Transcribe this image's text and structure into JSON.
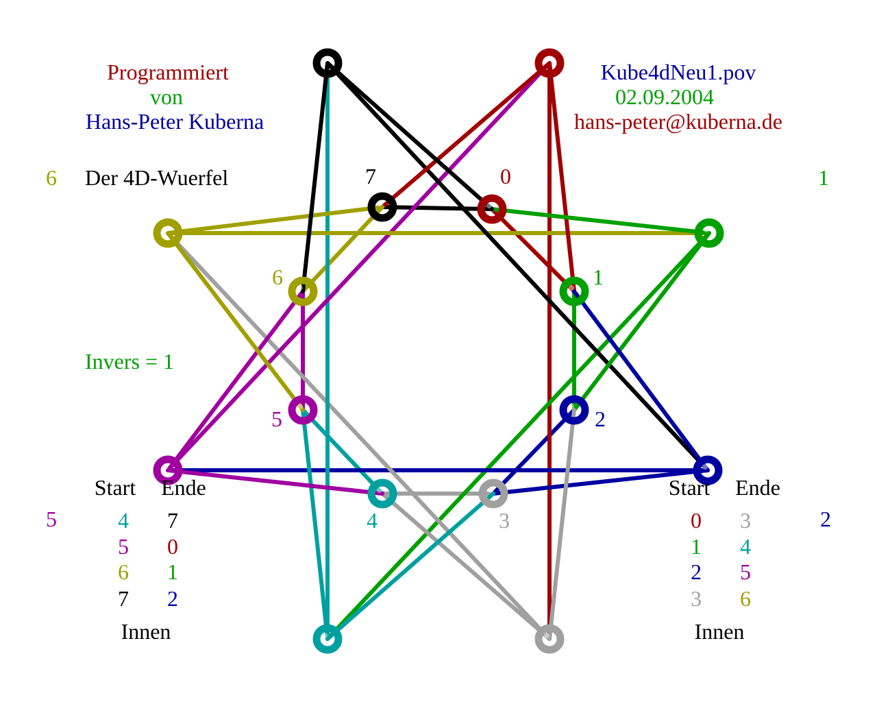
{
  "header_left": {
    "line1": "Programmiert",
    "line2": "von",
    "line3": "Hans-Peter Kuberna"
  },
  "header_right": {
    "line1": "Kube4dNeu1.pov",
    "line2": "02.09.2004",
    "line3": "hans-peter@kuberna.de"
  },
  "subtitle_number": "6",
  "subtitle": "Der 4D-Wuerfel",
  "corner_right_number": "1",
  "invers_label": "Invers = 1",
  "inner_labels": {
    "n0": "0",
    "n1": "1",
    "n2": "2",
    "n3": "3",
    "n4": "4",
    "n5": "5",
    "n6": "6",
    "n7": "7"
  },
  "left_table": {
    "side_number": "5",
    "start_header": "Start",
    "end_header": "Ende",
    "rows": [
      {
        "start": "4",
        "end": "7"
      },
      {
        "start": "5",
        "end": "0"
      },
      {
        "start": "6",
        "end": "1"
      },
      {
        "start": "7",
        "end": "2"
      }
    ],
    "footer": "Innen"
  },
  "right_table": {
    "side_number": "2",
    "start_header": "Start",
    "end_header": "Ende",
    "rows": [
      {
        "start": "0",
        "end": "3"
      },
      {
        "start": "1",
        "end": "4"
      },
      {
        "start": "2",
        "end": "5"
      },
      {
        "start": "3",
        "end": "6"
      }
    ],
    "footer": "Innen"
  },
  "colors": {
    "c0": "#a00000",
    "c1": "#00a000",
    "c2": "#0000a0",
    "c3": "#a0a0a0",
    "c4": "#00a0a0",
    "c5": "#a000a0",
    "c6": "#a0a000",
    "c7": "#000000"
  }
}
